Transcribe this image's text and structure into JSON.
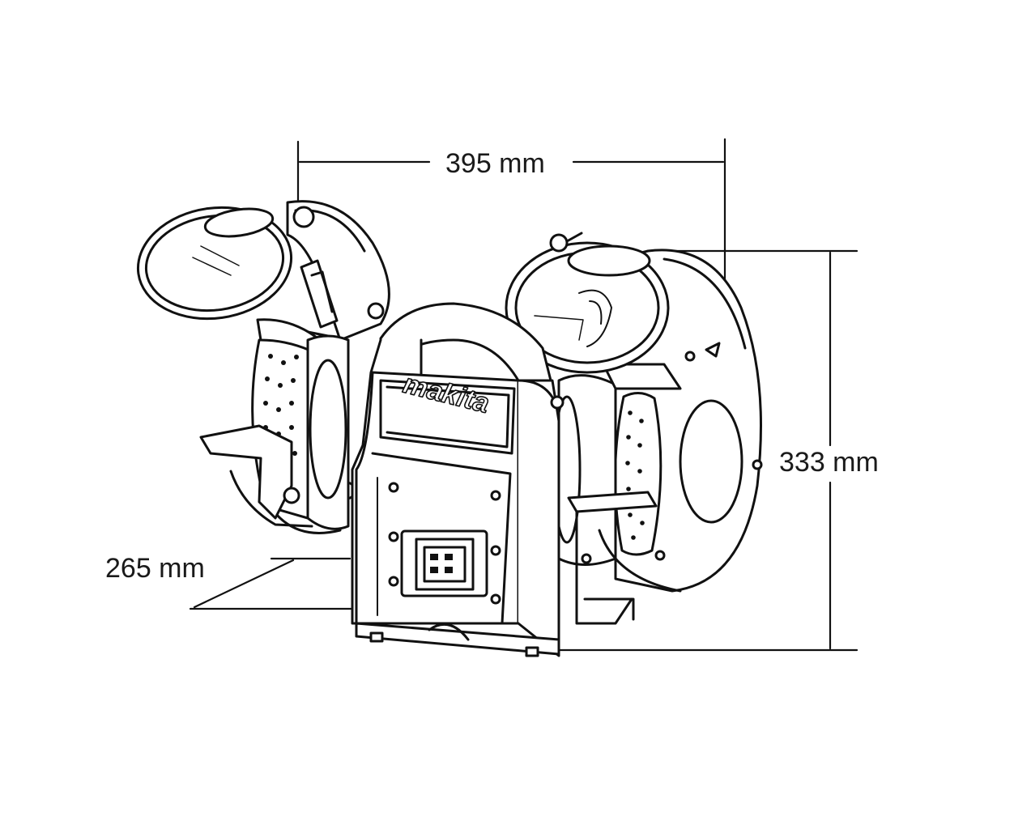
{
  "dimensions": {
    "width": "395 mm",
    "height": "333 mm",
    "depth": "265 mm"
  },
  "product": {
    "brand": "makita"
  },
  "colors": {
    "line": "#111111",
    "background": "#ffffff"
  }
}
